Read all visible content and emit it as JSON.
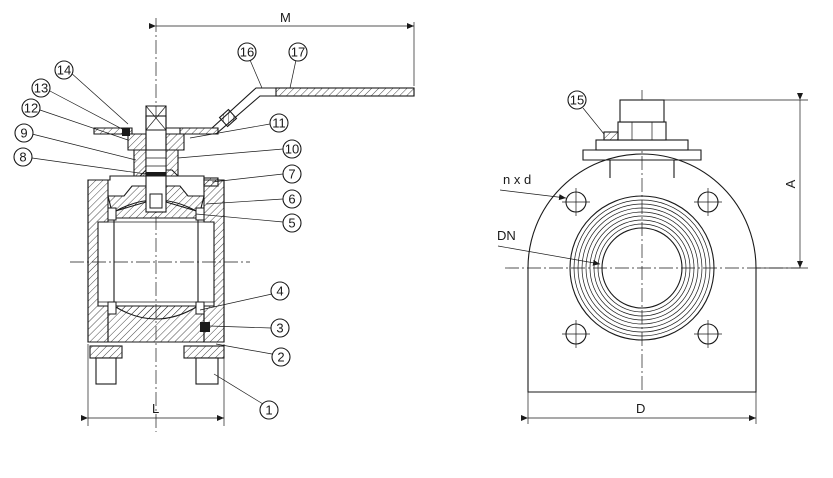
{
  "dimension_labels": {
    "M": "M",
    "L": "L",
    "D": "D",
    "A": "A",
    "DN": "DN",
    "n_x_d": "n  x  d"
  },
  "part_numbers": [
    "1",
    "2",
    "3",
    "4",
    "5",
    "6",
    "7",
    "8",
    "9",
    "10",
    "11",
    "12",
    "13",
    "14",
    "15",
    "16",
    "17"
  ],
  "colors": {
    "line": "#1a1a1a",
    "background": "#ffffff"
  }
}
